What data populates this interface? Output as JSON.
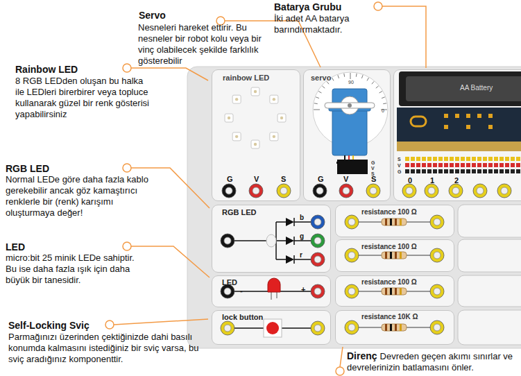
{
  "diagram": {
    "nodes": [
      {
        "text": [
          "rainbow LED",
          "G",
          "V",
          "S"
        ]
      },
      {
        "text": [
          "servo",
          "90",
          "0",
          "G",
          "V",
          "S",
          "G",
          "V",
          "S"
        ]
      },
      {
        "text": [
          "AA Battery",
          "S",
          "V",
          "G",
          "0",
          "1",
          "2"
        ]
      },
      {
        "text": [
          "RGB LED",
          "b",
          "g",
          "r"
        ]
      },
      {
        "text": [
          "resistance 100 Ω"
        ]
      },
      {
        "text": [
          "resistance 100 Ω"
        ]
      },
      {
        "text": [
          "LED",
          "-",
          "+"
        ]
      },
      {
        "text": [
          "resistance 100 Ω"
        ]
      },
      {
        "text": [
          "lock button"
        ]
      },
      {
        "text": [
          "resistance 10K Ω"
        ]
      }
    ],
    "labels": [
      "Servo",
      "Nesneleri hareket ettirir. Bu nesneler bir robot kolu veya bir vinç olabilecek şekilde farklılık gösterebilir",
      "Batarya Grubu",
      "İki adet AA batarya barındırmaktadır.",
      "Rainbow LED",
      "8 RGB LEDden oluşan bu halka ile LEDleri birerbirer veya topluce kullanarak güzel bir renk gösterisi yapabilirsiniz",
      "RGB LED",
      "Normal LEDe göre daha fazla kablo gerekebilir ancak göz kamaştırıcı renklerle bir (renk) karışımı oluşturmaya değer!",
      "LED",
      "micro:bit 25 minik LEDe sahiptir. Bu ise daha fazla ışık için daha büyük bir tanesidir.",
      "Self-Locking Sviç",
      "Parmağınızı üzerinden çektiğinizde dahi basılı konumda kalmasını istediğiniz bir sviç varsa, bu sviç aradığınız komponenttir.",
      "Direnç",
      "Devreden geçen akımı sınırlar ve devrelerinizin batlamasını önler."
    ]
  }
}
